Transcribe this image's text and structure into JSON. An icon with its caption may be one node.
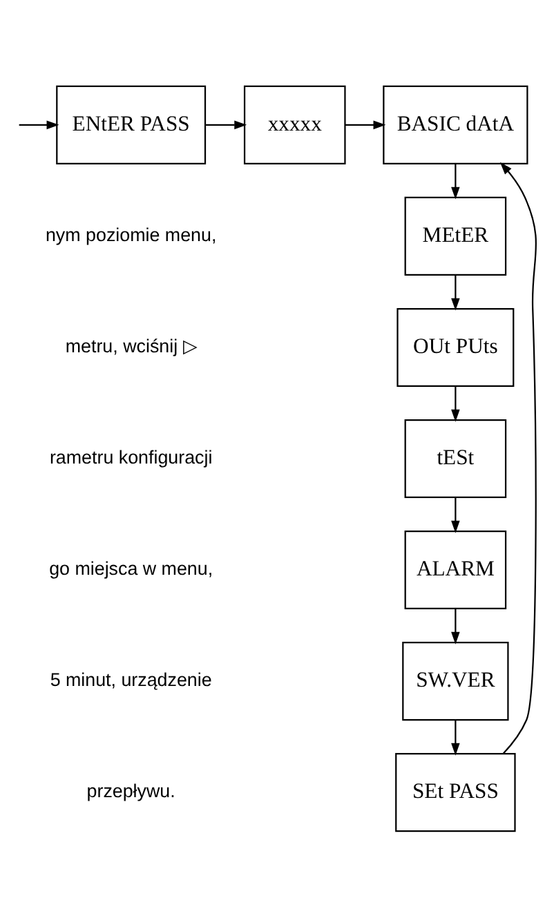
{
  "diagram": {
    "nodes": [
      {
        "text": [
          "ENtER PASS"
        ]
      },
      {
        "text": [
          "xxxxx"
        ]
      },
      {
        "text": [
          "BASIC dAtA"
        ]
      },
      {
        "text": [
          "MEtER"
        ]
      },
      {
        "text": [
          "OUt PUts"
        ]
      },
      {
        "text": [
          "tESt"
        ]
      },
      {
        "text": [
          "ALARM"
        ]
      },
      {
        "text": [
          "SW.VER"
        ]
      },
      {
        "text": [
          "SEt PASS"
        ]
      }
    ],
    "edges": [
      {
        "from": null,
        "to": 0,
        "arrow": "to"
      },
      {
        "from": 0,
        "to": 1,
        "arrow": "to"
      },
      {
        "from": 1,
        "to": 2,
        "arrow": "to"
      },
      {
        "from": 2,
        "to": 3,
        "arrow": "to"
      },
      {
        "from": 3,
        "to": 4,
        "arrow": "to"
      },
      {
        "from": 4,
        "to": 5,
        "arrow": "to"
      },
      {
        "from": 5,
        "to": 6,
        "arrow": "to"
      },
      {
        "from": 6,
        "to": 7,
        "arrow": "to"
      },
      {
        "from": 7,
        "to": 8,
        "arrow": "to"
      },
      {
        "from": 8,
        "to": 2,
        "arrow": "to"
      }
    ],
    "labels": [
      "nym poziomie menu,",
      "metru, wciśnij ▷",
      "rametru konfiguracji",
      "go miejsca w menu,",
      "5 minut, urządzenie",
      "przepływu."
    ]
  }
}
